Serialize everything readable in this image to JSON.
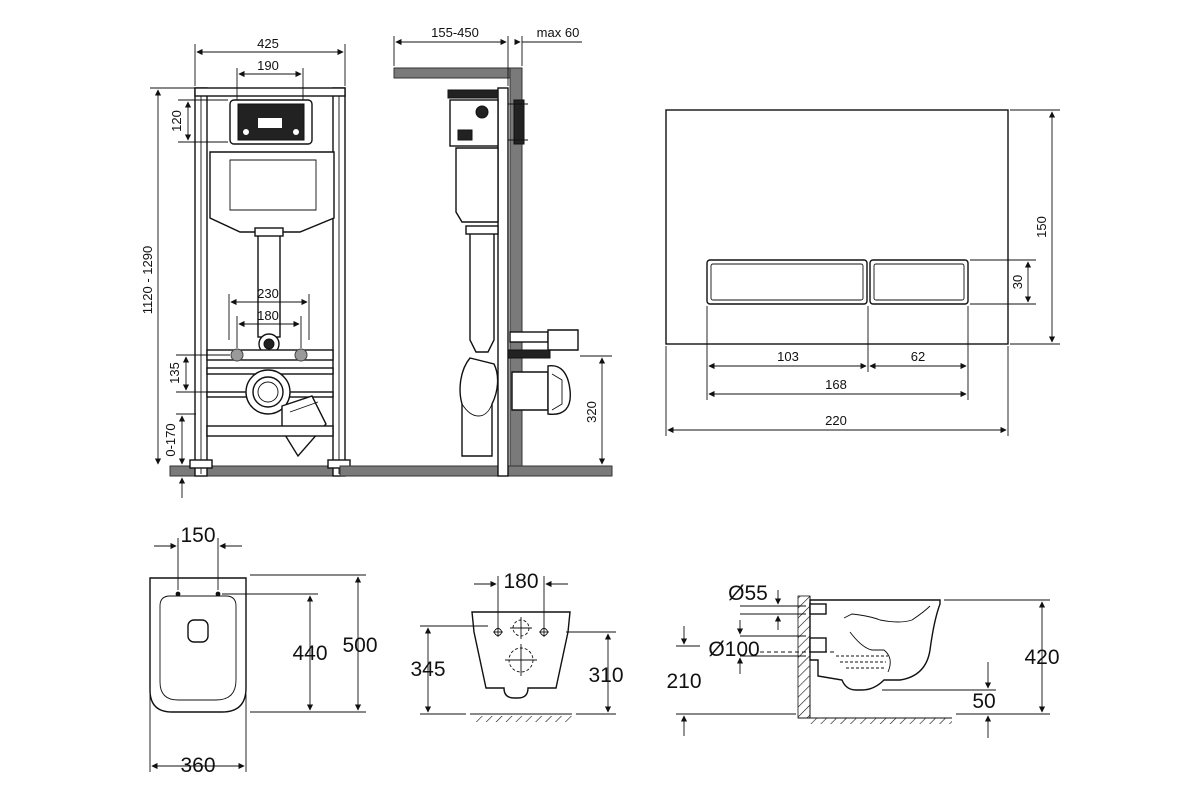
{
  "frame_front": {
    "width": "425",
    "panel_width": "190",
    "top_height": "120",
    "total_height": "1120 - 1290",
    "pipe_span": "230",
    "bolt_span": "180",
    "bolt_height": "135",
    "floor_adjust": "0-170"
  },
  "frame_side": {
    "depth_range": "155-450",
    "wall_max": "max 60",
    "outlet_height": "320"
  },
  "flush_plate": {
    "height": "150",
    "button_height": "30",
    "button_left": "103",
    "button_right": "62",
    "buttons_total": "168",
    "width": "220"
  },
  "bowl_top": {
    "bolt_spacing": "150",
    "length": "500",
    "bolt_to_front": "440",
    "width": "360"
  },
  "bowl_rear": {
    "bolt_spacing": "180",
    "height": "345",
    "outlet_height": "310"
  },
  "bowl_side": {
    "inlet_diameter": "Ø55",
    "outlet_diameter": "Ø100",
    "outlet_height": "210",
    "height": "420",
    "floor_gap": "50"
  },
  "colors": {
    "line": "#111111",
    "wall": "#7a7a7a",
    "background": "#ffffff"
  }
}
